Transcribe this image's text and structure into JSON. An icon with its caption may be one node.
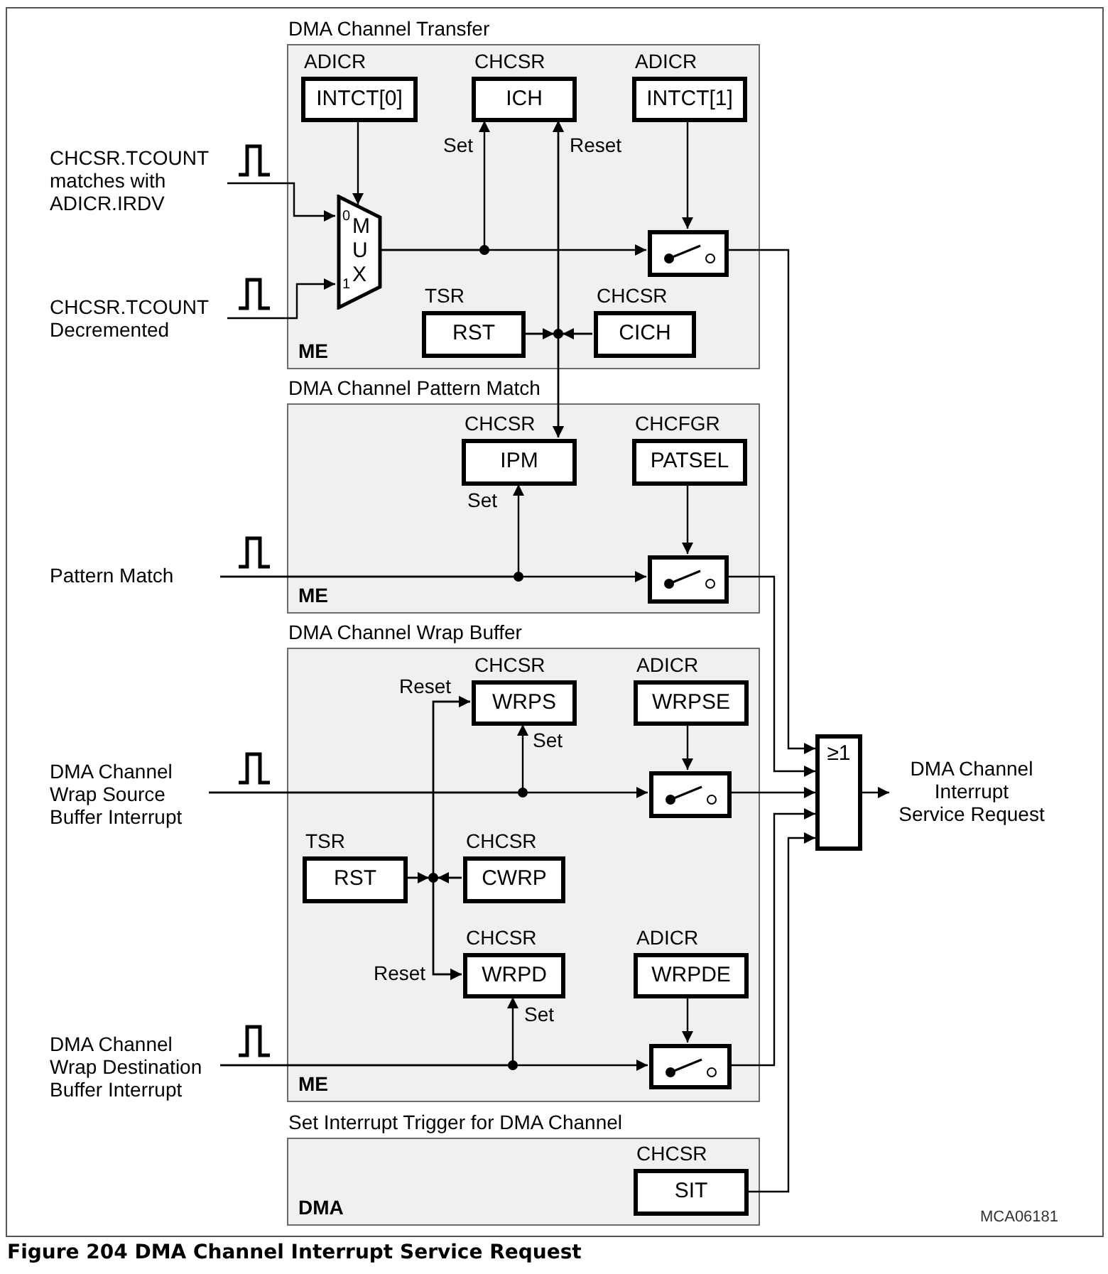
{
  "diagram": {
    "caption": "Figure 204 DMA Channel Interrupt Service Request",
    "nodes": [
      {
        "text": [
          "DMA Channel Transfer",
          "ME"
        ]
      },
      {
        "text": [
          "INTCT[0]"
        ],
        "beside": [
          "ADICR"
        ],
        "in": 0
      },
      {
        "text": [
          "ICH"
        ],
        "beside": [
          "CHCSR"
        ],
        "in": 0
      },
      {
        "text": [
          "INTCT[1]"
        ],
        "beside": [
          "ADICR"
        ],
        "in": 0
      },
      {
        "text": [
          "MUX"
        ],
        "in": 0
      },
      {
        "text": [],
        "shape": "switch",
        "in": 0
      },
      {
        "text": [
          "RST"
        ],
        "beside": [
          "TSR"
        ],
        "in": 0
      },
      {
        "text": [
          "CICH"
        ],
        "beside": [
          "CHCSR"
        ],
        "in": 0
      },
      {
        "text": [
          "CHCSR.TCOUNT matches with ADICR.IRDV"
        ]
      },
      {
        "text": [
          "CHCSR.TCOUNT Decremented"
        ]
      },
      {
        "text": [
          "DMA Channel Pattern Match",
          "ME"
        ]
      },
      {
        "text": [
          "IPM"
        ],
        "beside": [
          "CHCSR"
        ],
        "in": 10
      },
      {
        "text": [
          "PATSEL"
        ],
        "beside": [
          "CHCFGR"
        ],
        "in": 10
      },
      {
        "text": [],
        "shape": "switch",
        "in": 10
      },
      {
        "text": [
          "Pattern Match"
        ]
      },
      {
        "text": [
          "DMA Channel Wrap Buffer",
          "ME"
        ]
      },
      {
        "text": [
          "WRPS"
        ],
        "beside": [
          "CHCSR"
        ],
        "in": 15
      },
      {
        "text": [
          "WRPSE"
        ],
        "beside": [
          "ADICR"
        ],
        "in": 15
      },
      {
        "text": [],
        "shape": "switch",
        "in": 15
      },
      {
        "text": [
          "RST"
        ],
        "beside": [
          "TSR"
        ],
        "in": 15
      },
      {
        "text": [
          "CWRP"
        ],
        "beside": [
          "CHCSR"
        ],
        "in": 15
      },
      {
        "text": [
          "WRPD"
        ],
        "beside": [
          "CHCSR"
        ],
        "in": 15
      },
      {
        "text": [
          "WRPDE"
        ],
        "beside": [
          "ADICR"
        ],
        "in": 15
      },
      {
        "text": [],
        "shape": "switch",
        "in": 15
      },
      {
        "text": [
          "DMA Channel Wrap Source Buffer Interrupt"
        ]
      },
      {
        "text": [
          "DMA Channel Wrap Destination Buffer Interrupt"
        ]
      },
      {
        "text": [
          "Set Interrupt Trigger for DMA Channel",
          "DMA"
        ]
      },
      {
        "text": [
          "SIT"
        ],
        "beside": [
          "CHCSR"
        ],
        "in": 26
      },
      {
        "text": [
          "≥1"
        ]
      },
      {
        "text": [
          "DMA Channel Interrupt Service Request"
        ]
      }
    ],
    "edges": [
      {
        "from": 8,
        "to": 4,
        "arrow": "to"
      },
      {
        "from": 9,
        "to": 4,
        "arrow": "to"
      },
      {
        "from": 1,
        "to": 4,
        "arrow": "to"
      },
      {
        "from": 4,
        "to": 5,
        "arrow": "to"
      },
      {
        "from": 4,
        "to": 2,
        "arrow": "to",
        "label": "Set"
      },
      {
        "from": 3,
        "to": 5,
        "arrow": "to"
      },
      {
        "from": 6,
        "to": 2,
        "arrow": "to",
        "label": "Reset"
      },
      {
        "from": 7,
        "to": 2,
        "arrow": "to"
      },
      {
        "from": 6,
        "to": 11,
        "arrow": "to"
      },
      {
        "from": 7,
        "to": 11,
        "arrow": "to"
      },
      {
        "from": 14,
        "to": 13,
        "arrow": "to"
      },
      {
        "from": 14,
        "to": 11,
        "arrow": "to",
        "label": "Set"
      },
      {
        "from": 12,
        "to": 13,
        "arrow": "to"
      },
      {
        "from": 5,
        "to": 28,
        "arrow": "to"
      },
      {
        "from": 13,
        "to": 28,
        "arrow": "to"
      },
      {
        "from": 24,
        "to": 18,
        "arrow": "to"
      },
      {
        "from": 24,
        "to": 16,
        "arrow": "to",
        "label": "Set"
      },
      {
        "from": 17,
        "to": 18,
        "arrow": "to"
      },
      {
        "from": 18,
        "to": 28,
        "arrow": "to"
      },
      {
        "from": 19,
        "to": 16,
        "arrow": "to",
        "label": "Reset"
      },
      {
        "from": 20,
        "to": 16,
        "arrow": "to"
      },
      {
        "from": 19,
        "to": 21,
        "arrow": "to",
        "label": "Reset"
      },
      {
        "from": 20,
        "to": 21,
        "arrow": "to"
      },
      {
        "from": 25,
        "to": 23,
        "arrow": "to"
      },
      {
        "from": 25,
        "to": 21,
        "arrow": "to",
        "label": "Set"
      },
      {
        "from": 22,
        "to": 23,
        "arrow": "to"
      },
      {
        "from": 23,
        "to": 28,
        "arrow": "to"
      },
      {
        "from": 27,
        "to": 28,
        "arrow": "to"
      },
      {
        "from": 28,
        "to": 29,
        "arrow": "to"
      }
    ],
    "labels": [
      "0",
      "1",
      "MCA06181"
    ]
  }
}
